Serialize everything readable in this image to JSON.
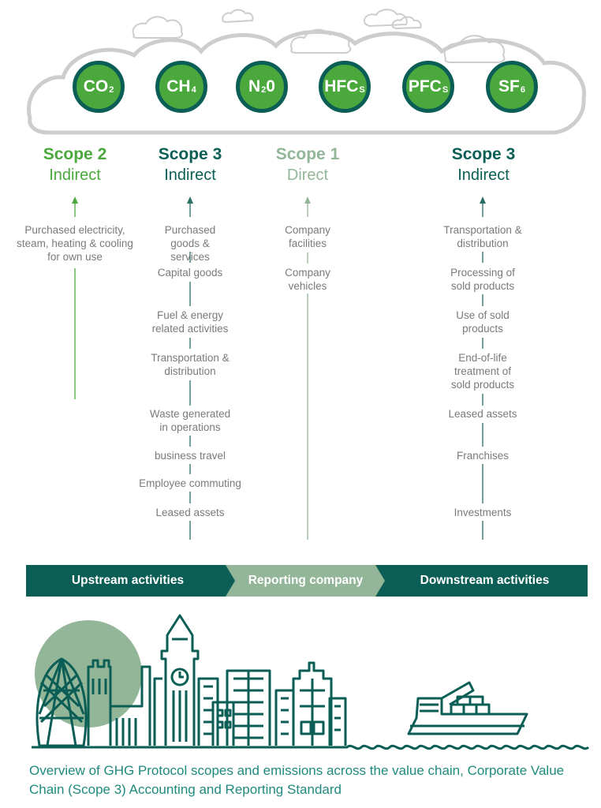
{
  "gases": [
    {
      "main": "CO",
      "sub": "2"
    },
    {
      "main": "CH",
      "sub": "4"
    },
    {
      "main": "N",
      "sub": "2",
      "tail": "0"
    },
    {
      "main": "HFC",
      "sub": "S"
    },
    {
      "main": "PFC",
      "sub": "S"
    },
    {
      "main": "SF",
      "sub": "6"
    }
  ],
  "scopes": [
    {
      "title": "Scope 2",
      "subtitle": "Indirect",
      "color": "#4aa83d"
    },
    {
      "title": "Scope 3",
      "subtitle": "Indirect",
      "color": "#0b5e55"
    },
    {
      "title": "Scope 1",
      "subtitle": "Direct",
      "color": "#93b598"
    },
    {
      "title": "Scope 3",
      "subtitle": "Indirect",
      "color": "#0b5e55"
    }
  ],
  "scope2_items": [
    "Purchased electricity, steam, heating & cooling for own use"
  ],
  "upstream_items": [
    "Purchased goods & services",
    "Capital goods",
    "Fuel & energy related activities",
    "Transportation & distribution",
    "Waste generated in operations",
    "business travel",
    "Employee commuting",
    "Leased assets"
  ],
  "scope1_items": [
    "Company facilities",
    "Company vehicles"
  ],
  "downstream_items": [
    "Transportation & distribution",
    "Processing of sold products",
    "Use of sold products",
    "End-of-life treatment of sold products",
    "Leased assets",
    "Franchises",
    "Investments"
  ],
  "band": {
    "upstream": "Upstream activities",
    "reporting": "Reporting company",
    "downstream": "Downstream activities"
  },
  "caption": "Overview of GHG Protocol scopes and emissions across the value chain, Corporate Value Chain (Scope 3) Accounting and Reporting Standard",
  "colors": {
    "dark_teal": "#0b5e55",
    "green": "#4aa83d",
    "sage": "#93b598",
    "cloud_grey": "#c8c8c8",
    "text_grey": "#7a7a7a"
  }
}
